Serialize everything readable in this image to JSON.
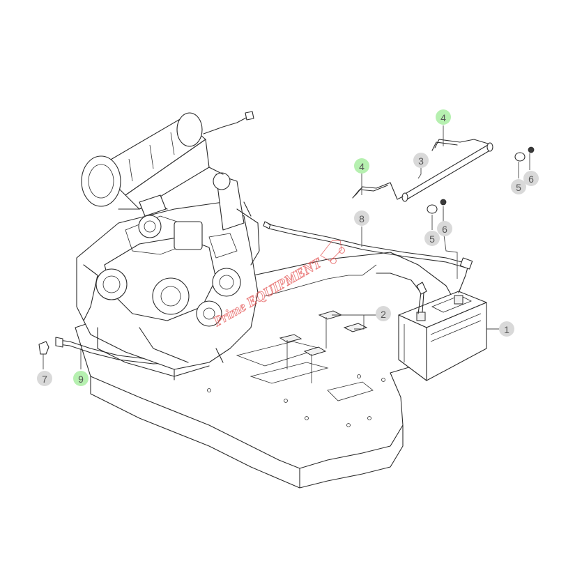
{
  "watermark": {
    "text": "Prime EQUIPMENT",
    "color": "#e3504f"
  },
  "colors": {
    "highlight": "#b6f0b0",
    "callout": "#d9d9d9",
    "callout_text": "#555555",
    "line": "#2a2a2a"
  },
  "callouts": [
    {
      "id": "1",
      "label": "1",
      "highlight": false
    },
    {
      "id": "2",
      "label": "2",
      "highlight": false
    },
    {
      "id": "3",
      "label": "3",
      "highlight": false
    },
    {
      "id": "4a",
      "label": "4",
      "highlight": true
    },
    {
      "id": "4b",
      "label": "4",
      "highlight": true
    },
    {
      "id": "5a",
      "label": "5",
      "highlight": false
    },
    {
      "id": "6a",
      "label": "6",
      "highlight": false
    },
    {
      "id": "5b",
      "label": "5",
      "highlight": false
    },
    {
      "id": "6b",
      "label": "6",
      "highlight": false
    },
    {
      "id": "7",
      "label": "7",
      "highlight": false
    },
    {
      "id": "8",
      "label": "8",
      "highlight": false
    },
    {
      "id": "9",
      "label": "9",
      "highlight": true
    }
  ]
}
